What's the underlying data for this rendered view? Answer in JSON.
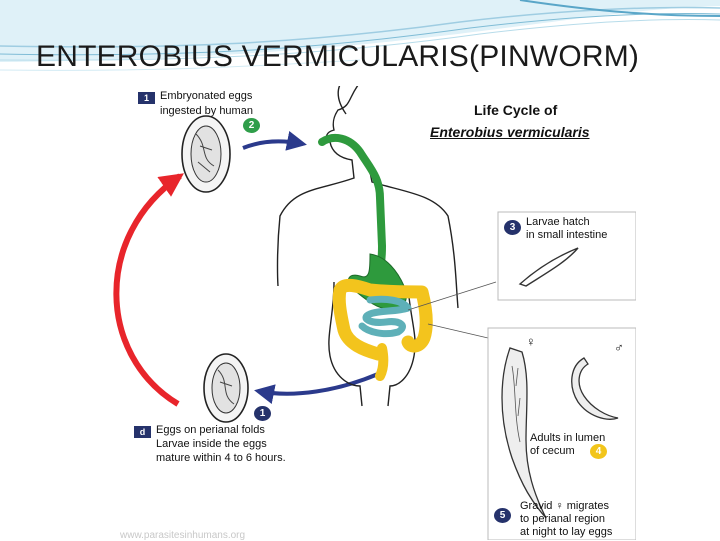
{
  "slide": {
    "title": "ENTEROBIUS VERMICULARIS(PINWORM)"
  },
  "diagram": {
    "lifecycle_title": "Life Cycle of",
    "lifecycle_species": "Enterobius vermicularis",
    "stages": [
      {
        "marker": "1",
        "text_lines": [
          "Embryonated eggs",
          "ingested by human"
        ],
        "badge": "2"
      },
      {
        "marker": "3",
        "text_lines": [
          "Larvae hatch",
          "in small intestine"
        ]
      },
      {
        "text_lines": [
          "Adults in lumen",
          "of cecum"
        ],
        "badge": "4"
      },
      {
        "marker": "5",
        "text_lines": [
          "Gravid ♀ migrates",
          "to perianal region",
          "at night to lay eggs"
        ]
      },
      {
        "marker": "d",
        "text_lines": [
          "Eggs on perianal folds",
          "Larvae inside the eggs",
          "mature within 4 to 6 hours."
        ],
        "badge": "1"
      }
    ],
    "female_symbol": "♀",
    "male_symbol": "♂",
    "watermark": "www.parasitesinhumans.org",
    "colors": {
      "red_arrow": "#e8252b",
      "blue_arrow": "#2b3a8c",
      "digestive_green": "#2e9a3d",
      "colon_yellow": "#f3c41d",
      "small_intestine_teal": "#5eb0b8"
    }
  }
}
